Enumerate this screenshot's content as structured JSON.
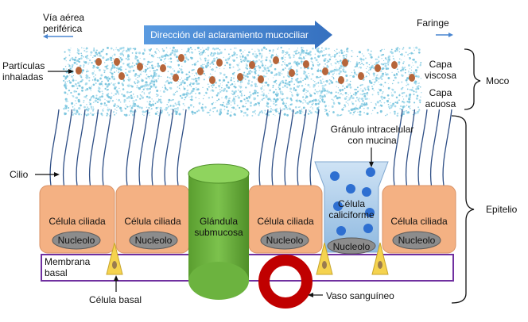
{
  "labels": {
    "via_aerea": "Vía aérea\nperiférica",
    "direccion": "Dirección del aclaramiento mucociliar",
    "faringe": "Faringe",
    "particulas": "Partículas\ninhaladas",
    "capa_viscosa": "Capa\nviscosa",
    "capa_acuosa": "Capa\nacuosa",
    "moco": "Moco",
    "granulo": "Gránulo intracelular\ncon mucina",
    "cilio": "Cilio",
    "epitelio": "Epitelio",
    "celula_ciliada": "Célula ciliada",
    "nucleolo": "Nucleolo",
    "glandula": "Glándula\nsubmucosa",
    "celula_caliciforme": "Célula\ncaliciforme",
    "membrana_basal": "Membrana\nbasal",
    "celula_basal": "Célula basal",
    "vaso": "Vaso sanguíneo"
  },
  "colors": {
    "arrow_blue": "#4a86d0",
    "mucus": "#7fc7df",
    "particle": "#b6653a",
    "cell_fill": "#f4b183",
    "cell_stroke": "#d99266",
    "nucleus": "#8c8c8c",
    "gland": "#6cb33f",
    "goblet": "#9dc3e6",
    "granule": "#2e6fd1",
    "basal_cell": "#f5d34e",
    "membrane": "#7030a0",
    "vessel": "#c00000",
    "cilia": "#2f4f86"
  }
}
